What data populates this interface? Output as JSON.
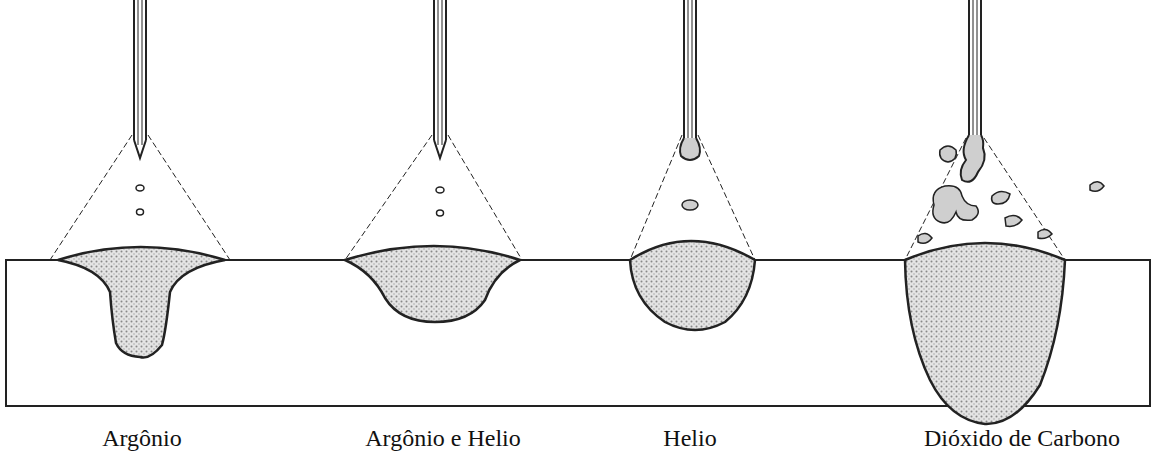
{
  "diagram": {
    "labels": [
      "Argônio",
      "Argônio e Helio",
      "Helio",
      "Dióxido de Carbono"
    ]
  }
}
